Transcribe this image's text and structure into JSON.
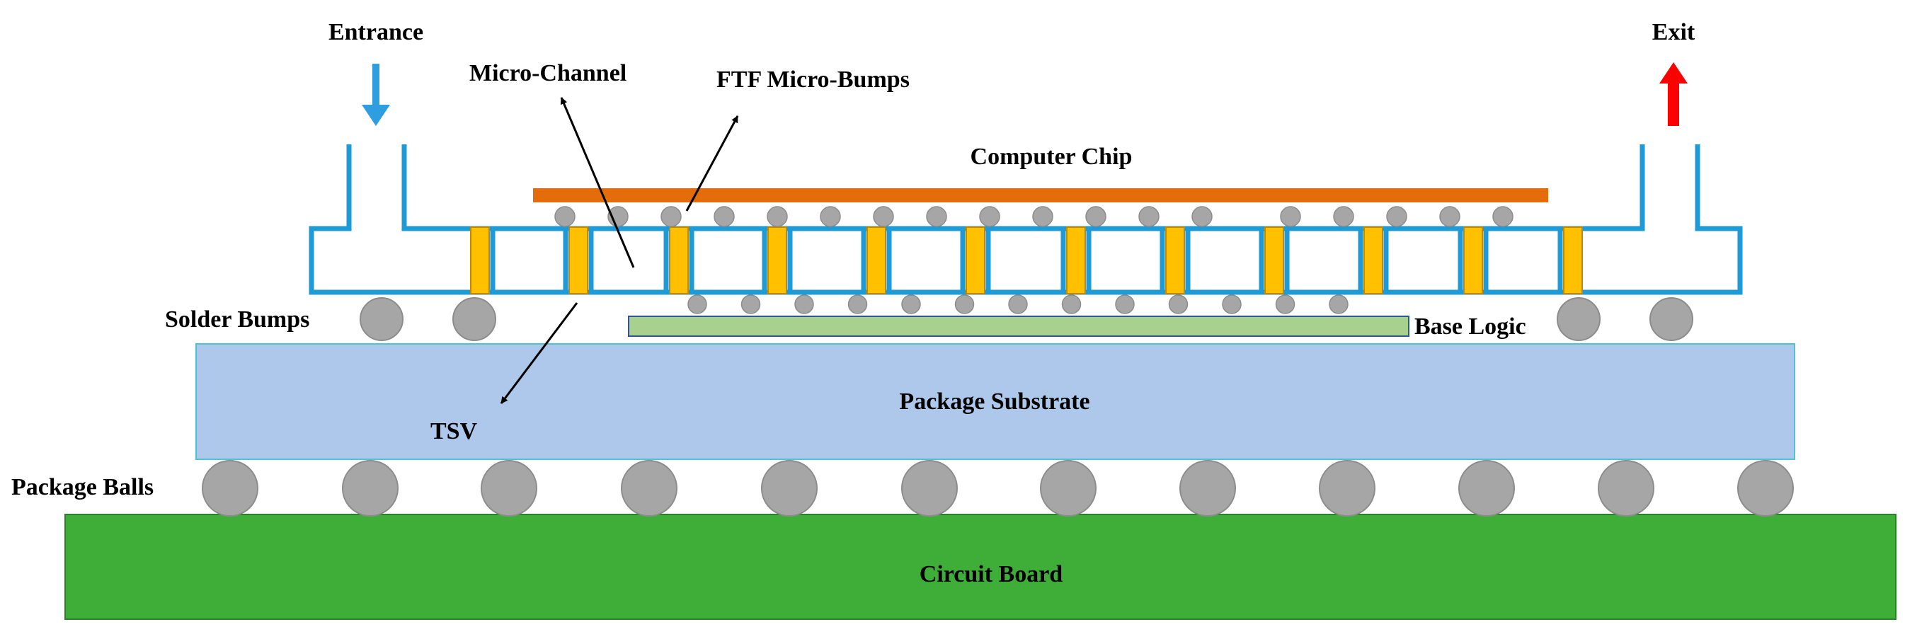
{
  "labels": {
    "entrance": "Entrance",
    "exit": "Exit",
    "micro_channel": "Micro-Channel",
    "ftf_micro_bumps": "FTF Micro-Bumps",
    "computer_chip": "Computer Chip",
    "solder_bumps": "Solder Bumps",
    "base_logic": "Base Logic",
    "package_substrate": "Package Substrate",
    "tsv": "TSV",
    "package_balls": "Package Balls",
    "circuit_board": "Circuit Board"
  },
  "colors": {
    "channel_outline": "#1e9ad6",
    "entrance_arrow": "#2e9ee0",
    "exit_arrow": "#ff0000",
    "computer_chip": "#e46c0a",
    "tsv": "#ffc000",
    "tsv_border": "#c08a00",
    "bump": "#a6a6a6",
    "bump_border": "#8c8c8c",
    "base_logic_fill": "#a9d18e",
    "base_logic_border": "#2f5597",
    "substrate_fill": "#adc8ea",
    "substrate_border": "#4fc3d6",
    "circuit_board_fill": "#3fae38",
    "circuit_board_border": "#2a7f2a"
  }
}
